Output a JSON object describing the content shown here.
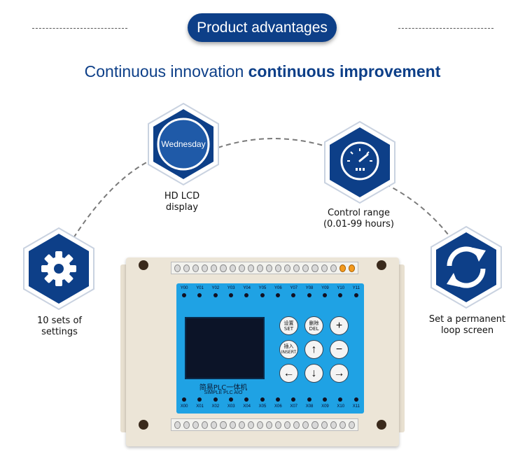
{
  "header": {
    "pill_text": "Product advantages",
    "headline_regular": "Continuous innovation",
    "headline_bold": "continuous improvement"
  },
  "features": [
    {
      "icon": "gear-icon",
      "label_line1": "10 sets of",
      "label_line2": "settings"
    },
    {
      "icon": "lcd-display-icon",
      "icon_text": "Wednesday",
      "label_line1": "HD LCD",
      "label_line2": "display"
    },
    {
      "icon": "gauge-icon",
      "label_line1": "Control range",
      "label_line2": "(0.01-99 hours)"
    },
    {
      "icon": "refresh-loop-icon",
      "label_line1": "Set a permanent",
      "label_line2": "loop screen"
    }
  ],
  "device": {
    "outputs": [
      "Y00",
      "Y01",
      "Y02",
      "Y03",
      "Y04",
      "Y05",
      "Y06",
      "Y07",
      "Y08",
      "Y09",
      "Y10",
      "Y11"
    ],
    "inputs": [
      "X00",
      "X01",
      "X02",
      "X03",
      "X04",
      "X05",
      "X06",
      "X07",
      "X08",
      "X09",
      "X10",
      "X11"
    ],
    "brand_cn": "简易PLC一体机",
    "brand_en": "SIMPLE PLC AIO",
    "keys": {
      "set_cn": "设置",
      "set_en": "SET",
      "del_cn": "删除",
      "del_en": "DEL",
      "insert_cn": "插入",
      "insert_en": "INSERT"
    }
  },
  "colors": {
    "brand_blue": "#0d3f88",
    "panel_blue": "#1fa2e4"
  }
}
